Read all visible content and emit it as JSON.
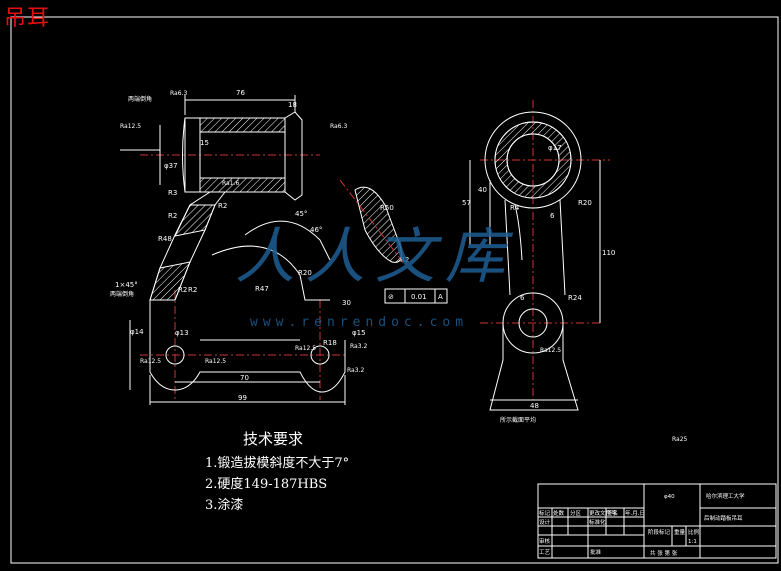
{
  "drawing": {
    "part_name": "吊耳",
    "watermark": "人人文库",
    "watermark_url": "www.renrendoc.com"
  },
  "requirements": {
    "title": "技术要求",
    "items": [
      "1.锻造拔模斜度不大于7°",
      "2.硬度149-187HBS",
      "3.涂漆"
    ]
  },
  "dimensions": {
    "top_len": "76",
    "len_15": "15",
    "w_18": "18",
    "phi_37": "φ37",
    "r3": "R3",
    "r2_a": "R2",
    "r2_b": "R2",
    "r2_c": "R2",
    "r2_d": "R2",
    "r2_e": "R2",
    "r48": "R48",
    "r20": "R20",
    "r47": "R47",
    "r50": "R50",
    "r18": "R18",
    "deg_45": "45°",
    "deg_46": "46°",
    "dim_30": "30",
    "len_70": "70",
    "len_99": "99",
    "chamfer": "1×45°",
    "phi_14": "φ14",
    "phi_13": "φ13",
    "phi_15": "φ15",
    "phi_17": "φ17",
    "len_40": "40",
    "len_57": "57",
    "len_110": "110",
    "r20_side": "R20",
    "r24": "R24",
    "w_6": "6",
    "w_48": "48",
    "r_4": "R4",
    "s_6": "6"
  },
  "surface": {
    "ra63_a": "Ra6.3",
    "ra63_b": "Ra6.3",
    "ra125_a": "Ra12.5",
    "ra125_b": "Ra12.5",
    "ra125_c": "Ra12.5",
    "ra125_d": "Ra12.5",
    "ra125_e": "Ra12.5",
    "ra16": "Ra1.6",
    "ra32_a": "Ra3.2",
    "ra32_b": "Ra3.2",
    "ra_all": "Ra25"
  },
  "labels": {
    "section_a": "两端倒角",
    "section_b": "两端倒角",
    "view_label": "所示截面平均"
  },
  "tolerance": {
    "symbol": "⊘",
    "value": "0.01",
    "datum": "A"
  },
  "title_block": {
    "university": "哈尔滨理工大学",
    "designation": "φ40",
    "drawing_name": "后制动踏板吊耳",
    "row1": [
      "标记",
      "处数",
      "分区",
      "更改文件号",
      "签名",
      "年.月.日"
    ],
    "row2": [
      "设计",
      "",
      "标准化",
      ""
    ],
    "stage": "阶段标记",
    "weight": "重量",
    "scale": "比例",
    "scale_val": "1:1",
    "review": "审核",
    "process": "工艺",
    "approve": "批准",
    "sheets": "共 张 第 张"
  }
}
